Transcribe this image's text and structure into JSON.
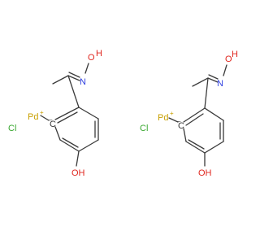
{
  "molecules": [
    {
      "oxime_O": "O",
      "oxime_H": "H",
      "oxime_N": "N",
      "metal": "Pd",
      "metal_charge": "+",
      "halogen": "Cl",
      "ring_anion": "C",
      "ring_anion_charge": "−",
      "phenol": "OH"
    },
    {
      "oxime_O": "O",
      "oxime_H": "H",
      "oxime_N": "N",
      "metal": "Pd",
      "metal_charge": "+",
      "halogen": "Cl",
      "ring_anion": "C",
      "ring_anion_charge": "−",
      "phenol": "OH"
    }
  ],
  "colors": {
    "bond": "#3a3a3a",
    "oxygen": "#e0271f",
    "nitrogen": "#2f3fe0",
    "palladium": "#c8a000",
    "chlorine": "#39a830",
    "carbon": "#3a3a3a"
  }
}
